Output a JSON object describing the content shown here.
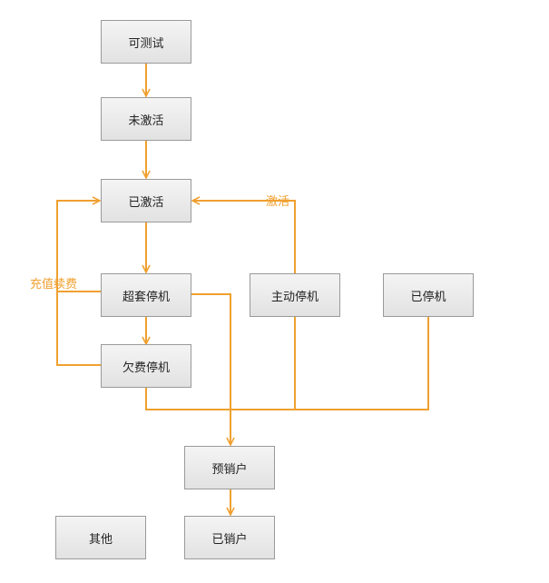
{
  "colors": {
    "connector": "#f0a030",
    "node_border": "#9a9a9a"
  },
  "nodes": {
    "testable": "可测试",
    "inactive": "未激活",
    "activated": "已激活",
    "over_quota_suspended": "超套停机",
    "voluntary_suspended": "主动停机",
    "suspended": "已停机",
    "arrears_suspended": "欠费停机",
    "pre_cancelled": "预销户",
    "cancelled": "已销户",
    "other": "其他"
  },
  "edge_labels": {
    "activate": "激活",
    "recharge_renew": "充值续费"
  }
}
